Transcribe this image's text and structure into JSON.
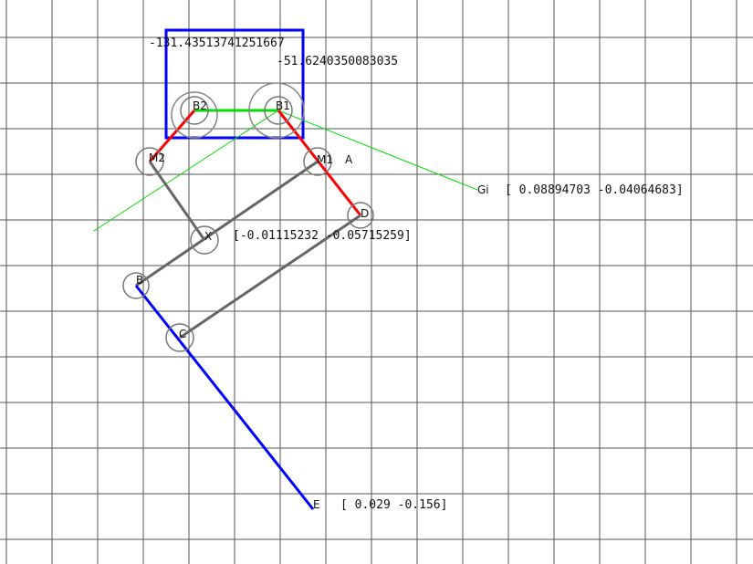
{
  "colors": {
    "background": "#ffffff",
    "grid": "#555555",
    "frame": "#0000ff",
    "red_link": "#ff0000",
    "green_link": "#00dd00",
    "gray_link": "#666666",
    "blue_link": "#0000ff",
    "joint_circle": "#777777",
    "text": "#111111"
  },
  "readouts": {
    "value_1": "-131.43513741251667",
    "value_2": "-51.6240350083035",
    "gi": "[ 0.08894703 -0.04064683]",
    "x": "[-0.01115232 -0.05715259]",
    "e": "[ 0.029 -0.156]"
  },
  "joints": {
    "B2": "B2",
    "B1": "B1",
    "M2": "M2",
    "M1": "M1",
    "A": "A",
    "D": "D",
    "X": "X",
    "B": "B",
    "C": "C",
    "E": "E",
    "Gi": "Gi"
  }
}
